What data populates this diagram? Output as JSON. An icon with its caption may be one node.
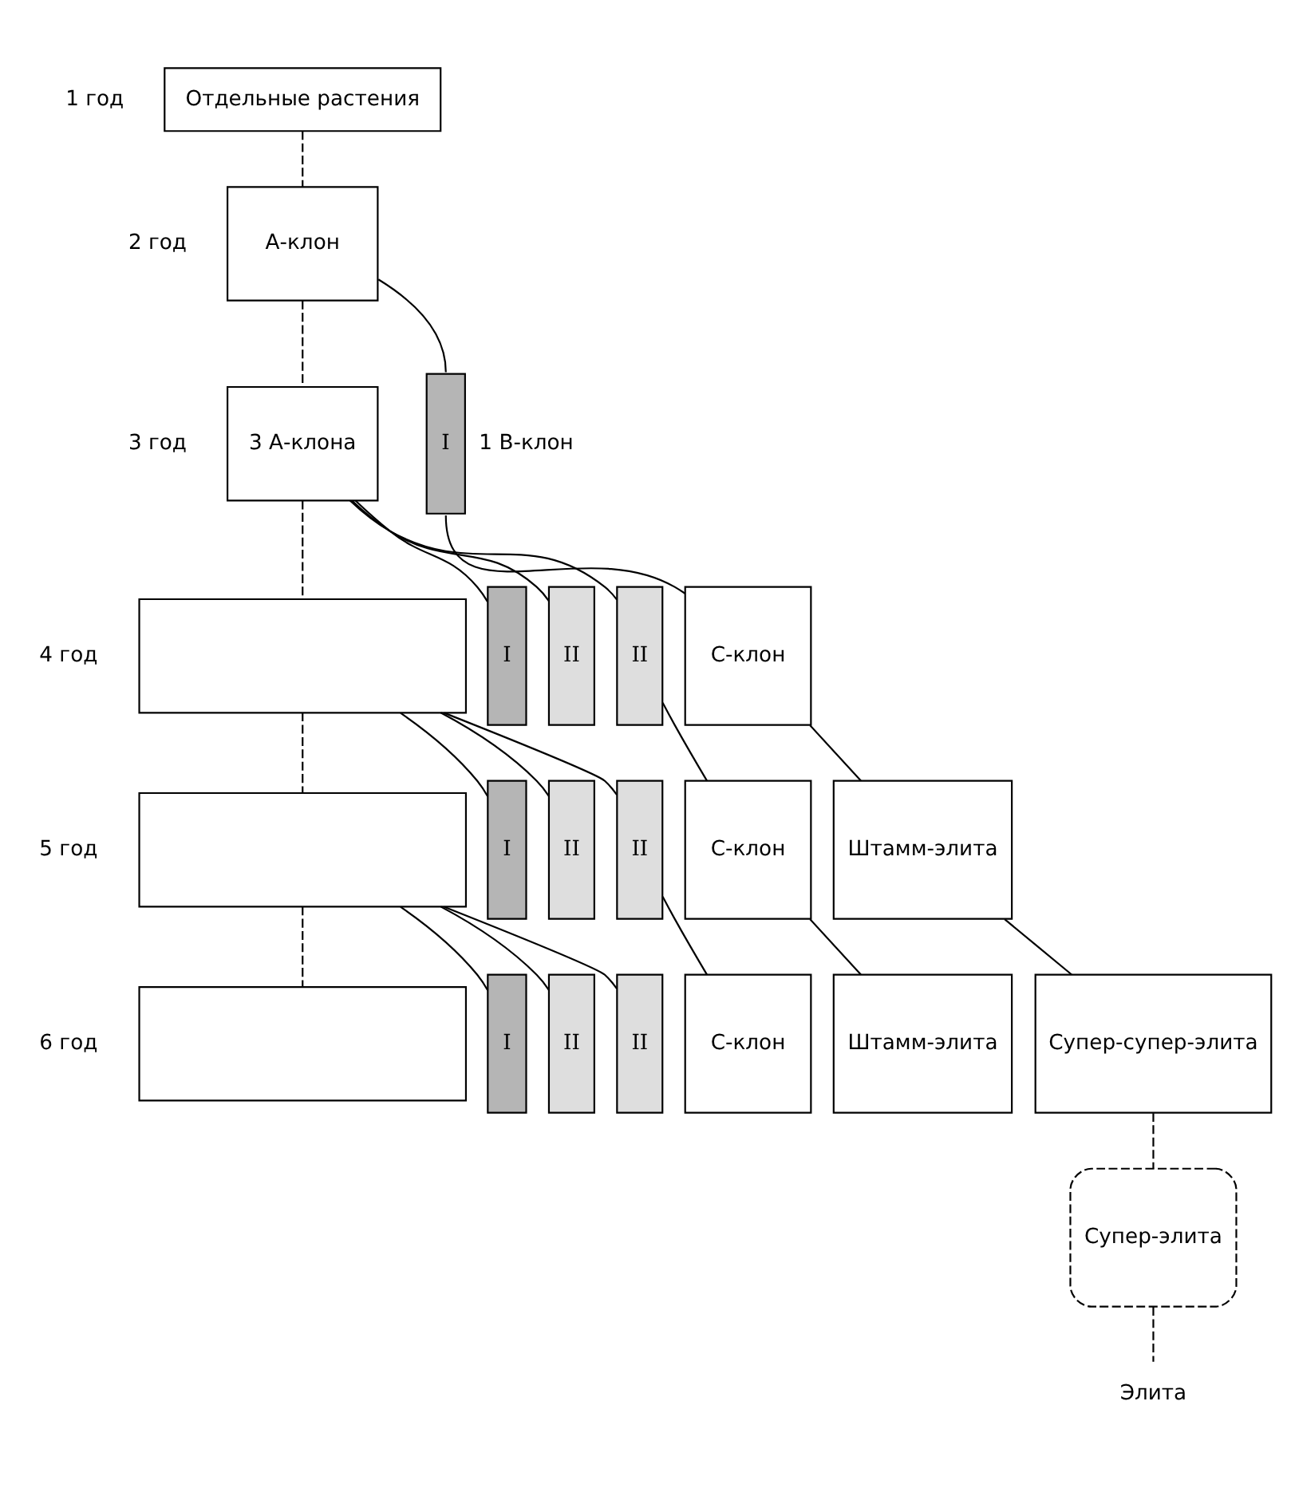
{
  "diagram": {
    "nodes": [
      {
        "text": [
          "Отдельные растения"
        ]
      },
      {
        "text": [
          "А-клон"
        ]
      },
      {
        "text": [
          "3 А-клона"
        ]
      },
      {
        "text": [
          "I"
        ],
        "beside": [
          "1 В-клон"
        ]
      },
      {
        "text": [],
        "shape": "box"
      },
      {
        "text": [
          "I"
        ]
      },
      {
        "text": [
          "II"
        ]
      },
      {
        "text": [
          "II"
        ]
      },
      {
        "text": [
          "С-клон"
        ]
      },
      {
        "text": [],
        "shape": "box"
      },
      {
        "text": [
          "I"
        ]
      },
      {
        "text": [
          "II"
        ]
      },
      {
        "text": [
          "II"
        ]
      },
      {
        "text": [
          "С-клон"
        ]
      },
      {
        "text": [
          "Штамм-элита"
        ]
      },
      {
        "text": [],
        "shape": "box"
      },
      {
        "text": [
          "I"
        ]
      },
      {
        "text": [
          "II"
        ]
      },
      {
        "text": [
          "II"
        ]
      },
      {
        "text": [
          "С-клон"
        ]
      },
      {
        "text": [
          "Штамм-элита"
        ]
      },
      {
        "text": [
          "Супер-супер-элита"
        ]
      },
      {
        "text": [
          "Супер-элита"
        ]
      },
      {
        "text": [
          "Элита"
        ]
      }
    ],
    "edges": [
      {
        "from": 0,
        "to": 1,
        "arrow": "none",
        "style": "dashed"
      },
      {
        "from": 1,
        "to": 2,
        "arrow": "none",
        "style": "dashed"
      },
      {
        "from": 1,
        "to": 3,
        "arrow": "none"
      },
      {
        "from": 2,
        "to": 4,
        "arrow": "none",
        "style": "dashed"
      },
      {
        "from": 2,
        "to": 5,
        "arrow": "none"
      },
      {
        "from": 2,
        "to": 6,
        "arrow": "none"
      },
      {
        "from": 2,
        "to": 7,
        "arrow": "none"
      },
      {
        "from": 3,
        "to": 8,
        "arrow": "none"
      },
      {
        "from": 4,
        "to": 9,
        "arrow": "none",
        "style": "dashed"
      },
      {
        "from": 4,
        "to": 10,
        "arrow": "none"
      },
      {
        "from": 4,
        "to": 11,
        "arrow": "none"
      },
      {
        "from": 4,
        "to": 12,
        "arrow": "none"
      },
      {
        "from": 7,
        "to": 13,
        "arrow": "none"
      },
      {
        "from": 8,
        "to": 14,
        "arrow": "none"
      },
      {
        "from": 9,
        "to": 15,
        "arrow": "none",
        "style": "dashed"
      },
      {
        "from": 9,
        "to": 16,
        "arrow": "none"
      },
      {
        "from": 9,
        "to": 17,
        "arrow": "none"
      },
      {
        "from": 9,
        "to": 18,
        "arrow": "none"
      },
      {
        "from": 12,
        "to": 19,
        "arrow": "none"
      },
      {
        "from": 13,
        "to": 20,
        "arrow": "none"
      },
      {
        "from": 14,
        "to": 21,
        "arrow": "none"
      },
      {
        "from": 21,
        "to": 22,
        "arrow": "none",
        "style": "dashed"
      },
      {
        "from": 22,
        "to": 23,
        "arrow": "none",
        "style": "dashed"
      }
    ],
    "labels": [
      "1 год",
      "2 год",
      "3 год",
      "4 год",
      "5 год",
      "6 год"
    ]
  }
}
